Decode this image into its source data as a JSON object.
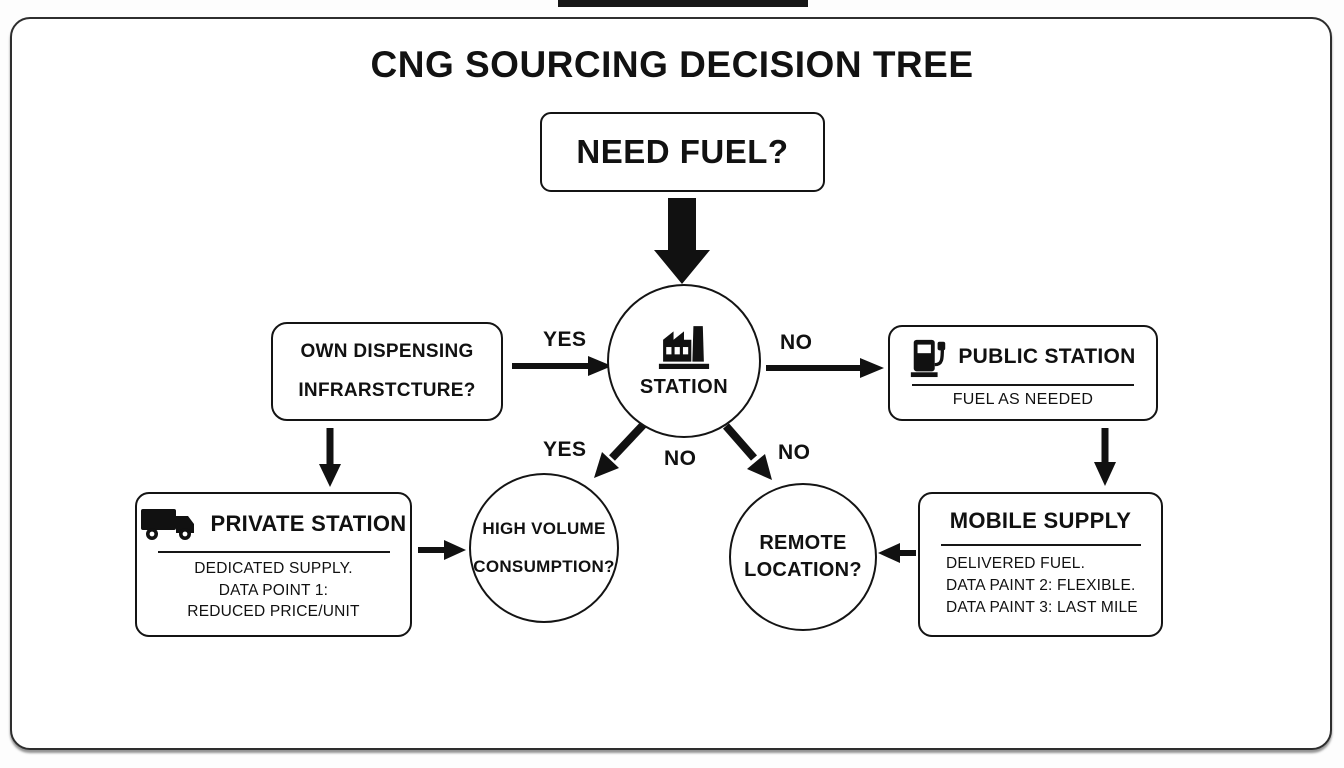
{
  "page": {
    "title": "CNG SOURCING DECISION TREE"
  },
  "nodes": {
    "need_fuel": {
      "label": "NEED FUEL?"
    },
    "station": {
      "label": "STATION",
      "icon": "factory-icon"
    },
    "own_dispensing": {
      "line1": "OWN DISPENSING",
      "line2": "INFRARSTCTURE?"
    },
    "public_station": {
      "title": "PUBLIC STATION",
      "subtitle": "FUEL AS NEEDED",
      "icon": "fuel-pump-icon"
    },
    "private_station": {
      "title": "PRIVATE STATION",
      "icon": "truck-icon",
      "body": [
        "DEDICATED SUPPLY.",
        "DATA POINT 1:",
        "REDUCED PRICE/UNIT"
      ]
    },
    "high_volume": {
      "line1": "HIGH VOLUME",
      "line2": "CONSUMPTION?"
    },
    "remote_location": {
      "line1": "REMOTE",
      "line2": "LOCATION?"
    },
    "mobile_supply": {
      "title": "MOBILE SUPPLY",
      "body": [
        "DELIVERED FUEL.",
        "DATA PAINT 2: FLEXIBLE.",
        "DATA PAINT 3: LAST MILE"
      ]
    }
  },
  "edge_labels": {
    "yes_top": "YES",
    "no_top": "NO",
    "yes_bottom": "YES",
    "no_bottom_left": "NO",
    "no_bottom_right": "NO"
  },
  "colors": {
    "ink": "#111111",
    "background": "#ffffff",
    "frame_border": "#2e2e2e"
  }
}
